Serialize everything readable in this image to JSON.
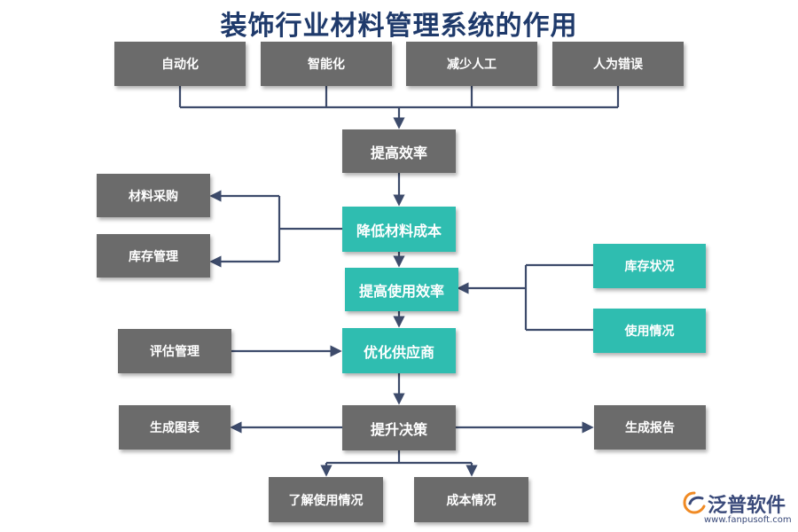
{
  "title": "装饰行业材料管理系统的作用",
  "top_row": [
    "自动化",
    "智能化",
    "减少人工",
    "人为错误"
  ],
  "center": {
    "improve_efficiency": "提高效率",
    "reduce_cost": "降低材料成本",
    "improve_usage": "提高使用效率",
    "optimize_supplier": "优化供应商",
    "decision": "提升决策"
  },
  "left": {
    "purchase": "材料采购",
    "inventory": "库存管理",
    "evaluation": "评估管理",
    "charts": "生成图表"
  },
  "right": {
    "stock_status": "库存状况",
    "usage_status": "使用情况",
    "report": "生成报告"
  },
  "bottom": {
    "know_usage": "了解使用情况",
    "cost_status": "成本情况"
  },
  "logo": {
    "name": "泛普软件",
    "url": "www.fanpusoft.com"
  },
  "colors": {
    "gray": "#6b6b6b",
    "teal": "#2fbdb0",
    "line": "#3d4b6b",
    "title": "#1f3a6b"
  }
}
